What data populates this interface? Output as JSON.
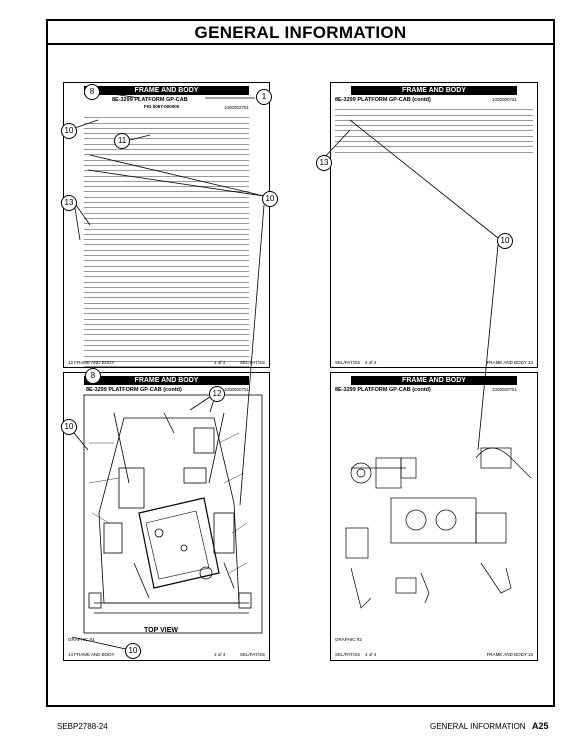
{
  "page": {
    "title": "GENERAL INFORMATION",
    "footer_left": "SEBP2788-24",
    "footer_right": "GENERAL INFORMATION",
    "page_number": "A25"
  },
  "callouts": {
    "c8a": "8",
    "c1": "1",
    "c10a": "10",
    "c11": "11",
    "c10b": "10",
    "c13a": "13",
    "c13b": "13",
    "c10c": "10",
    "c8b": "8",
    "c12": "12",
    "c10d": "10",
    "c10e": "10"
  },
  "panels": {
    "p1": {
      "header": "FRAME AND BODY",
      "subheader": "8E-3299 PLATFORM GP-CAB",
      "subheader2": "FIG 5067-000000",
      "docnum": "1000002751",
      "foot_left": "12 FRAME AND BODY",
      "foot_center": "1 of 4",
      "foot_right": "SEL/PAT/SS"
    },
    "p2": {
      "header": "FRAME AND BODY",
      "subheader": "8E-3299 PLATFORM GP-CAB (contd)",
      "docnum": "1000000751",
      "foot_left": "SEL/PAT/SS",
      "foot_center": "2 of 4",
      "foot_right": "FRAME AND BODY 13"
    },
    "p3": {
      "header": "FRAME AND BODY",
      "subheader": "8E-3299 PLATFORM GP-CAB (contd)",
      "docnum": "1000000751",
      "view_label": "TOP VIEW",
      "graphic_label": "GRAPHIC #1",
      "foot_left": "14 FRAME AND BODY",
      "foot_center": "3 of 4",
      "foot_right": "SEL/PAT/SS"
    },
    "p4": {
      "header": "FRAME AND BODY",
      "subheader": "8E-3299 PLATFORM GP-CAB (contd)",
      "docnum": "1000000751",
      "graphic_label": "GRAPHIC #2",
      "foot_left": "SEL/PAT/SS",
      "foot_center": "4 of 4",
      "foot_right": "FRAME AND BODY 15"
    }
  }
}
